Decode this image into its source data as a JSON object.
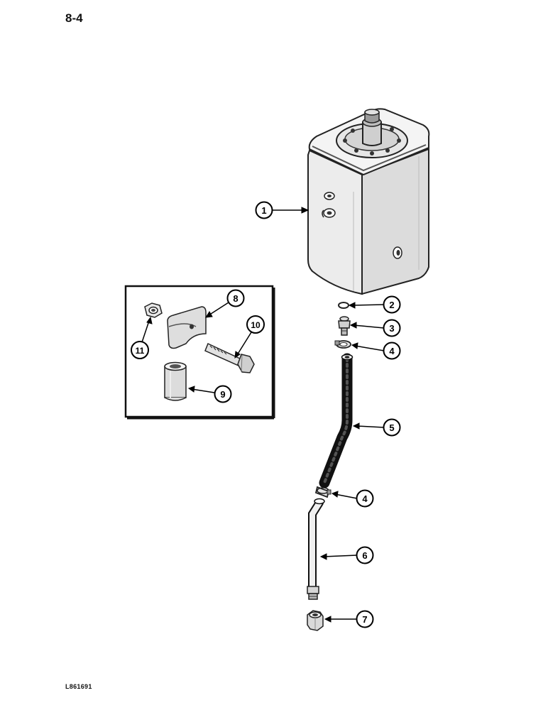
{
  "page_number": "8-4",
  "figure_code": "L861691",
  "callouts": [
    {
      "id": "1",
      "label": "1",
      "part": "hydraulic-tank"
    },
    {
      "id": "2",
      "label": "2",
      "part": "o-ring"
    },
    {
      "id": "3",
      "label": "3",
      "part": "fitting"
    },
    {
      "id": "4a",
      "label": "4",
      "part": "hose-clamp-upper"
    },
    {
      "id": "5",
      "label": "5",
      "part": "hose"
    },
    {
      "id": "4b",
      "label": "4",
      "part": "hose-clamp-lower"
    },
    {
      "id": "6",
      "label": "6",
      "part": "tube"
    },
    {
      "id": "7",
      "label": "7",
      "part": "nut"
    },
    {
      "id": "8",
      "label": "8",
      "part": "clamp"
    },
    {
      "id": "9",
      "label": "9",
      "part": "spacer"
    },
    {
      "id": "10",
      "label": "10",
      "part": "bolt"
    },
    {
      "id": "11",
      "label": "11",
      "part": "lock-nut"
    }
  ]
}
